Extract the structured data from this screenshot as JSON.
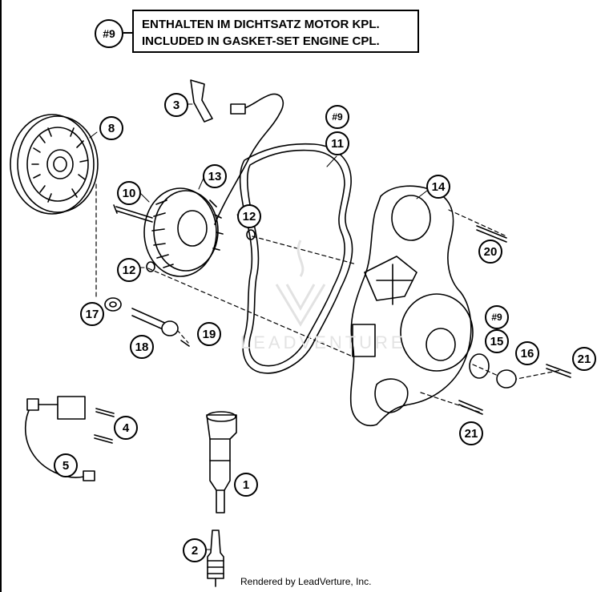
{
  "legend": {
    "ref": "#9",
    "line1": "ENTHALTEN IM DICHTSATZ MOTOR KPL.",
    "line2": "INCLUDED IN GASKET-SET ENGINE CPL."
  },
  "callouts": {
    "c1": "1",
    "c2": "2",
    "c3": "3",
    "c4": "4",
    "c5": "5",
    "c8": "8",
    "c9a": "#9",
    "c9b": "#9",
    "c10": "10",
    "c11": "11",
    "c12a": "12",
    "c12b": "12",
    "c13": "13",
    "c14": "14",
    "c15": "15",
    "c16": "16",
    "c17": "17",
    "c18": "18",
    "c19": "19",
    "c20": "20",
    "c21a": "21",
    "c21b": "21"
  },
  "watermark": "LEADVENTURE",
  "footer": "Rendered by LeadVerture, Inc."
}
